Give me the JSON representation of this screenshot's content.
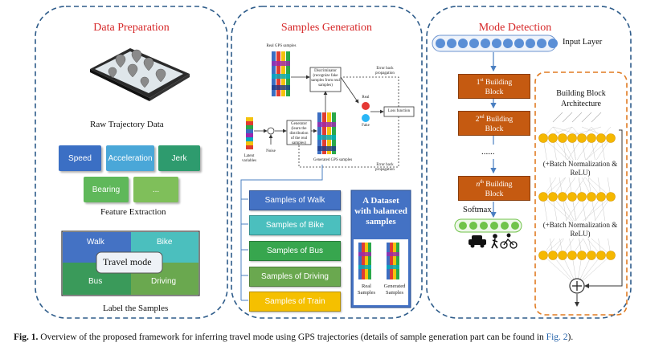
{
  "panels": {
    "data_preparation": {
      "title": "Data Preparation",
      "raw_label": "Raw Trajectory Data",
      "features": [
        "Speed",
        "Acceleration",
        "Jerk",
        "Bearing",
        "..."
      ],
      "feature_label": "Feature Extraction",
      "modes": [
        "Walk",
        "Bike",
        "Bus",
        "Driving"
      ],
      "travel_mode": "Travel mode",
      "label_samples": "Label the Samples"
    },
    "samples_generation": {
      "title": "Samples Generation",
      "real_gps": "Real GPS samples",
      "discriminator": "Discriminator (recognize fake samples from real samples)",
      "generator": "Generator (learn the distribution of the real samples)",
      "latent": "Latent variables",
      "noise": "Noise",
      "generated_gps": "Generated GPS samples",
      "real": "Real",
      "fake": "Fake",
      "loss": "Loss function",
      "error_back_top": "Error back propagation",
      "error_back_bottom": "Error back propagation",
      "samples": [
        "Samples of Walk",
        "Samples of Bike",
        "Samples of Bus",
        "Samples of Driving",
        "Samples of Train"
      ],
      "dataset_title": "A Dataset with balanced samples",
      "real_samples": "Real Samples",
      "generated_samples": "Generated Samples"
    },
    "mode_detection": {
      "title": "Mode Detection",
      "input_layer": "Input Layer",
      "blocks": [
        {
          "sup": "st",
          "num": "1",
          "text": "Building",
          "text2": "Block"
        },
        {
          "sup": "nd",
          "num": "2",
          "text": "Building",
          "text2": "Block"
        },
        {
          "sup": "th",
          "num": "n",
          "text": "Building",
          "text2": "Block"
        }
      ],
      "dots": "......",
      "softmax": "Softmax",
      "arch_title": "Building Block Architecture",
      "bn1": "(+Batch Normalization & ReLU)",
      "bn2": "(+Batch Normalization & ReLU)",
      "plus": "+"
    }
  },
  "caption": {
    "label": "Fig. 1.",
    "text": "Overview of the proposed framework for inferring travel mode using GPS trajectories (details of sample generation part can be found in",
    "ref": "Fig. 2",
    "end": ")."
  },
  "colors": {
    "panel_border": "#2e5c8a",
    "title_red": "#d62728",
    "orange_block": "#c55a11",
    "node_yellow": "#f5b800",
    "node_blue": "#5b8fd6",
    "node_green": "#70c34a"
  }
}
